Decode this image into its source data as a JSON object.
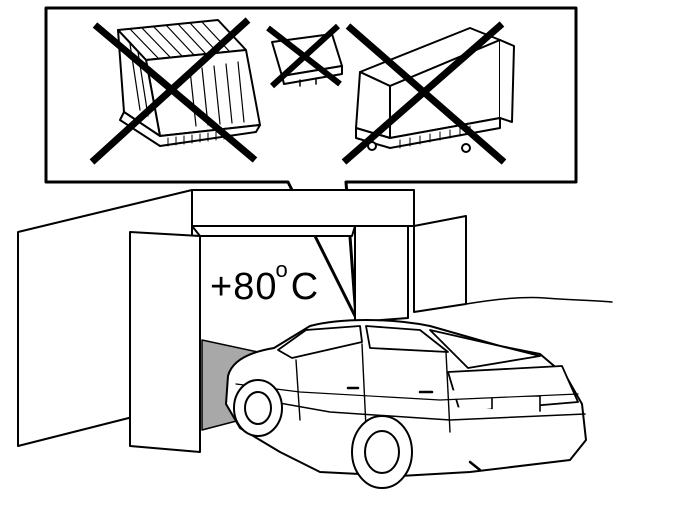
{
  "temperature": {
    "value": "+80",
    "degree": "o",
    "unit": "C"
  },
  "colors": {
    "line": "#000000",
    "shadow": "#a8a8a8",
    "background": "#ffffff"
  },
  "icons": {
    "prohibition": "x-cross-icon",
    "module": "control-unit-icon"
  }
}
